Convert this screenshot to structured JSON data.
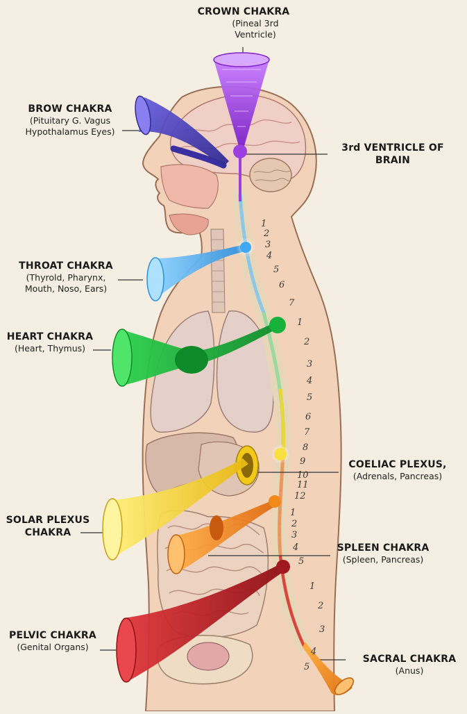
{
  "labels": {
    "crown": {
      "title": "CROWN CHAKRA",
      "l1": "(Pineal 3rd",
      "l2": "Ventricle)"
    },
    "brow": {
      "title": "BROW CHAKRA",
      "l1": "(Pituitary G. Vagus",
      "l2": "Hypothalamus Eyes)"
    },
    "ventricle": {
      "title1": "3rd VENTRICLE OF",
      "title2": "BRAIN"
    },
    "throat": {
      "title": "THROAT CHAKRA",
      "l1": "(Thyrold, Pharynx,",
      "l2": "Mouth, Noso, Ears)"
    },
    "heart": {
      "title": "HEART CHAKRA",
      "l1": "(Heart, Thymus)"
    },
    "coeliac": {
      "title": "COELIAC PLEXUS,",
      "l1": "(Adrenals, Pancreas)"
    },
    "solar": {
      "title1": "SOLAR PLEXUS",
      "title2": "CHAKRA"
    },
    "spleen": {
      "title": "SPLEEN CHAKRA",
      "l1": "(Spleen, Pancreas)"
    },
    "pelvic": {
      "title": "PELVIC CHAKRA",
      "l1": "(Genital Organs)"
    },
    "sacral": {
      "title": "SACRAL CHAKRA",
      "l1": "(Anus)"
    }
  },
  "vertebrae": {
    "cervical": [
      "1",
      "2",
      "3",
      "4",
      "5",
      "6",
      "7"
    ],
    "thoracic": [
      "1",
      "2",
      "3",
      "4",
      "5",
      "6",
      "7",
      "8",
      "9",
      "10",
      "11",
      "12"
    ],
    "lumbar": [
      "1",
      "2",
      "3",
      "4",
      "5"
    ],
    "sacral": [
      "1",
      "2",
      "3",
      "4",
      "5"
    ]
  },
  "colors": {
    "crown": "#9b3fe0",
    "brow": "#4b3fb0",
    "throat": "#3fa9f5",
    "heart": "#18b23a",
    "coeliac": "#e8c020",
    "solar": "#f2d21a",
    "spleen": "#f08a1a",
    "pelvic": "#b81c22",
    "sacral": "#f09020",
    "background": "#f4efe2"
  }
}
